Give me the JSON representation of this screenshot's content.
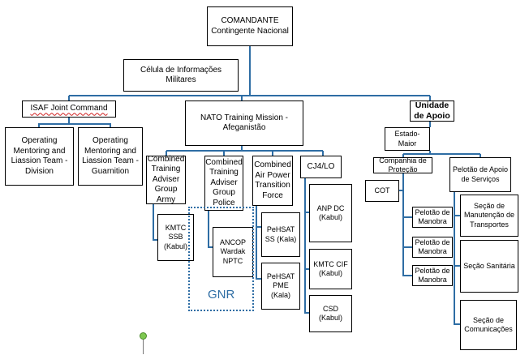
{
  "diagram": {
    "commander": "COMANDANTE Contingente Nacional",
    "intel_cell": "Célula de Informações Militares",
    "isaf": "ISAF Joint Command",
    "omlt_division": "Operating Mentoring and Liassion Team - Division",
    "omlt_garrison": "Operating Mentoring and Liassion Team - Guarnition",
    "ntm": "NATO Training Mission - Afeganistão",
    "support_unit": "Unidade de Apoio",
    "cta_army": "Combined Training Adviser Group Army",
    "cta_police": "Combined Training Adviser Group Police",
    "cap_force": "Combined Air Power Transition Force",
    "cj4": "CJ4/LO",
    "kmtc_ssb": "KMTC SSB (Kabul)",
    "ancop": "ANCOP Wardak NPTC",
    "pehsat_ss": "PeHSAT SS (Kala)",
    "pehsat_pme": "PeHSAT PME (Kala)",
    "anp_dc": "ANP DC (Kabul)",
    "kmtc_cif": "KMTC CIF (Kabul)",
    "csd": "CSD (Kabul)",
    "estado_maior": "Estado-Maior",
    "companhia": "Companhia de Proteção",
    "pelotao_apoio": "Pelotão de Apoio de Serviços",
    "cot": "COT",
    "pelotao_manobra_1": "Pelotão de Manobra",
    "pelotao_manobra_2": "Pelotão de Manobra",
    "pelotao_manobra_3": "Pelotão de Manobra",
    "secao_manutencao": "Seção de Manutenção de Transportes",
    "secao_sanitaria": "Seção Sanitária",
    "secao_comunicacoes": "Seção de Comunicações",
    "gnr_label": "GNR"
  },
  "colors": {
    "connector": "#2e6da4",
    "box_border": "#000000",
    "gnr_outline": "#2e6da4"
  }
}
